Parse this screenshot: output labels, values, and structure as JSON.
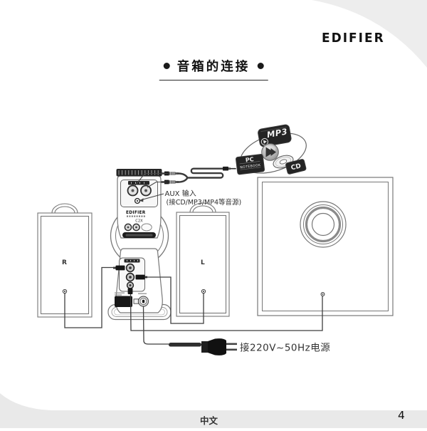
{
  "page": {
    "brand_logo": "EDIFIER",
    "title": "音箱的连接",
    "footer": {
      "language_label": "中文",
      "page_number": "4"
    }
  },
  "diagram": {
    "speakers": {
      "right_label": "R",
      "left_label": "L"
    },
    "pod": {
      "brand": "EDIFIER",
      "model": "C2X"
    },
    "labels": {
      "aux_line1": "AUX 输入",
      "aux_line2": "(接CD/MP3/MP4等音源)",
      "power": "接220V~50Hz电源"
    },
    "sources": {
      "mp3": "MP3",
      "pc": "PC",
      "notebook": "NOTEBOOK",
      "cd": "CD"
    }
  },
  "colors": {
    "ink_dark": "#1d1d1d",
    "line_gray": "#555555",
    "outline_gray": "#777777",
    "swoosh_gray": "#ededed",
    "footer_bar_gray": "#e9e9e9",
    "text_dark": "#2f2f2f"
  }
}
